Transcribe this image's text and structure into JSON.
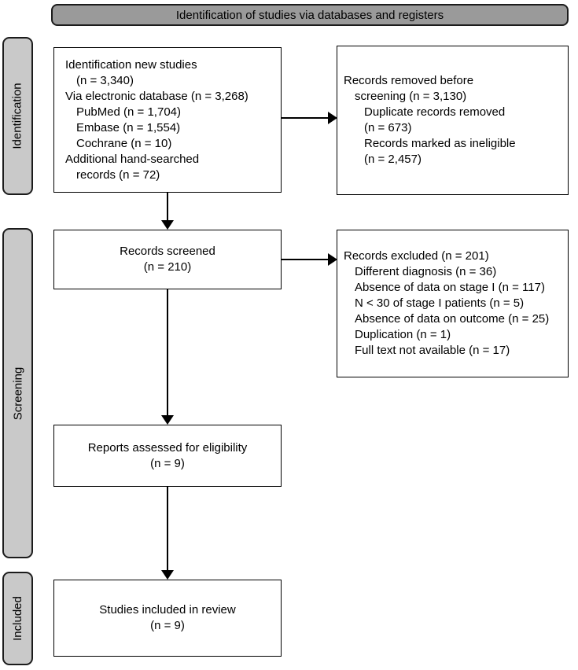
{
  "header": {
    "title": "Identification of studies via databases and registers"
  },
  "sidebar": {
    "identification_label": "Identification",
    "screening_label": "Screening",
    "included_label": "Included"
  },
  "boxes": {
    "identification_main": {
      "lines": [
        "Identification new studies",
        "(n = 3,340)",
        "Via electronic database (n = 3,268)",
        "PubMed (n = 1,704)",
        "Embase (n = 1,554)",
        "Cochrane (n = 10)",
        "Additional hand-searched",
        "records (n = 72)"
      ]
    },
    "records_removed": {
      "lines": [
        "Records removed before",
        "screening (n = 3,130)",
        "Duplicate records removed",
        "(n = 673)",
        "Records marked as ineligible",
        "(n = 2,457)"
      ]
    },
    "records_screened": {
      "line1": "Records screened",
      "line2": "(n = 210)"
    },
    "records_excluded": {
      "lines": [
        "Records excluded (n = 201)",
        "Different diagnosis (n = 36)",
        "Absence of data on stage I (n = 117)",
        "N < 30 of stage I patients (n = 5)",
        "Absence of data on outcome (n = 25)",
        "Duplication (n = 1)",
        "Full text not available (n = 17)"
      ]
    },
    "reports_assessed": {
      "line1": "Reports assessed for eligibility",
      "line2": "(n = 9)"
    },
    "studies_included": {
      "line1": "Studies included in review",
      "line2": "(n = 9)"
    }
  },
  "colors": {
    "header_fill": "#9a9a9a",
    "stage_fill": "#c9c9c9",
    "box_fill": "#ffffff",
    "border": "#000000",
    "arrow": "#000000",
    "text": "#000000"
  }
}
